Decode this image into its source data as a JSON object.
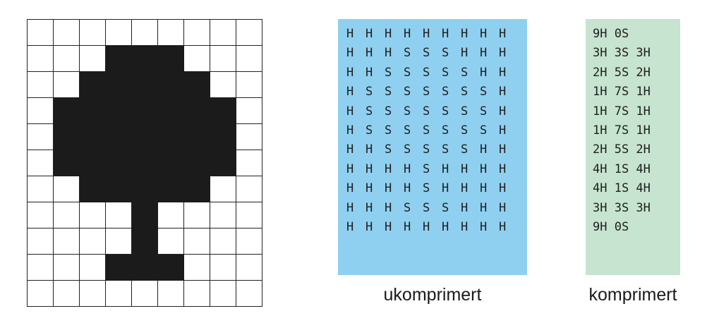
{
  "pixel_grid": {
    "columns": 9,
    "rows": [
      [
        0,
        0,
        0,
        0,
        0,
        0,
        0,
        0,
        0
      ],
      [
        0,
        0,
        0,
        1,
        1,
        1,
        0,
        0,
        0
      ],
      [
        0,
        0,
        1,
        1,
        1,
        1,
        1,
        0,
        0
      ],
      [
        0,
        1,
        1,
        1,
        1,
        1,
        1,
        1,
        0
      ],
      [
        0,
        1,
        1,
        1,
        1,
        1,
        1,
        1,
        0
      ],
      [
        0,
        1,
        1,
        1,
        1,
        1,
        1,
        1,
        0
      ],
      [
        0,
        0,
        1,
        1,
        1,
        1,
        1,
        0,
        0
      ],
      [
        0,
        0,
        0,
        0,
        1,
        0,
        0,
        0,
        0
      ],
      [
        0,
        0,
        0,
        0,
        1,
        0,
        0,
        0,
        0
      ],
      [
        0,
        0,
        0,
        1,
        1,
        1,
        0,
        0,
        0
      ],
      [
        0,
        0,
        0,
        0,
        0,
        0,
        0,
        0,
        0
      ]
    ],
    "on_color": "#1b1b1b",
    "off_color": "#ffffff"
  },
  "uncompressed": {
    "background": "#8fd0f0",
    "rows": [
      [
        "H",
        "H",
        "H",
        "H",
        "H",
        "H",
        "H",
        "H",
        "H"
      ],
      [
        "H",
        "H",
        "H",
        "S",
        "S",
        "S",
        "H",
        "H",
        "H"
      ],
      [
        "H",
        "H",
        "S",
        "S",
        "S",
        "S",
        "S",
        "H",
        "H"
      ],
      [
        "H",
        "S",
        "S",
        "S",
        "S",
        "S",
        "S",
        "S",
        "H"
      ],
      [
        "H",
        "S",
        "S",
        "S",
        "S",
        "S",
        "S",
        "S",
        "H"
      ],
      [
        "H",
        "S",
        "S",
        "S",
        "S",
        "S",
        "S",
        "S",
        "H"
      ],
      [
        "H",
        "H",
        "S",
        "S",
        "S",
        "S",
        "S",
        "H",
        "H"
      ],
      [
        "H",
        "H",
        "H",
        "H",
        "S",
        "H",
        "H",
        "H",
        "H"
      ],
      [
        "H",
        "H",
        "H",
        "H",
        "S",
        "H",
        "H",
        "H",
        "H"
      ],
      [
        "H",
        "H",
        "H",
        "S",
        "S",
        "S",
        "H",
        "H",
        "H"
      ],
      [
        "H",
        "H",
        "H",
        "H",
        "H",
        "H",
        "H",
        "H",
        "H"
      ]
    ],
    "caption": "ukomprimert"
  },
  "compressed": {
    "background": "#c6e4cf",
    "rows": [
      "9H 0S",
      "3H 3S 3H",
      "2H 5S 2H",
      "1H 7S 1H",
      "1H 7S 1H",
      "1H 7S 1H",
      "2H 5S 2H",
      "4H 1S 4H",
      "4H 1S 4H",
      "3H 3S 3H",
      "9H 0S"
    ],
    "caption": "komprimert"
  }
}
